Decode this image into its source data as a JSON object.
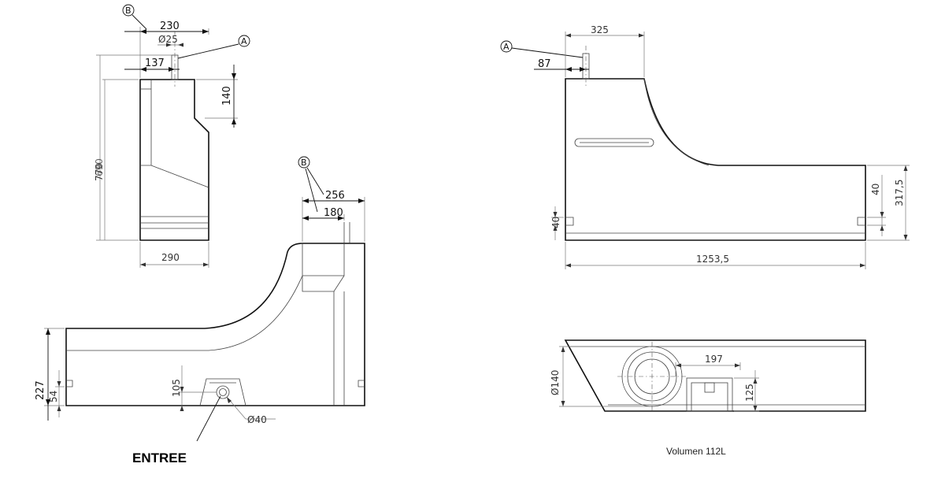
{
  "callouts": {
    "a": "A",
    "b": "B"
  },
  "side_view": {
    "w230": "230",
    "d25": "Ø25",
    "d137": "137",
    "d140": "140",
    "d770": "770",
    "d690": "690",
    "d290": "290"
  },
  "front_view": {
    "d256": "256",
    "d180": "180",
    "d227": "227",
    "d54": "54",
    "d105": "105",
    "d40": "Ø40",
    "entree": "ENTREE"
  },
  "top_right": {
    "d325": "325",
    "d87": "87",
    "d40l": "40",
    "d40r": "40",
    "d317": "317,5",
    "d1253": "1253,5"
  },
  "bottom_right": {
    "d140": "Ø140",
    "d197": "197",
    "d125": "125",
    "volume": "Volumen 112L"
  }
}
